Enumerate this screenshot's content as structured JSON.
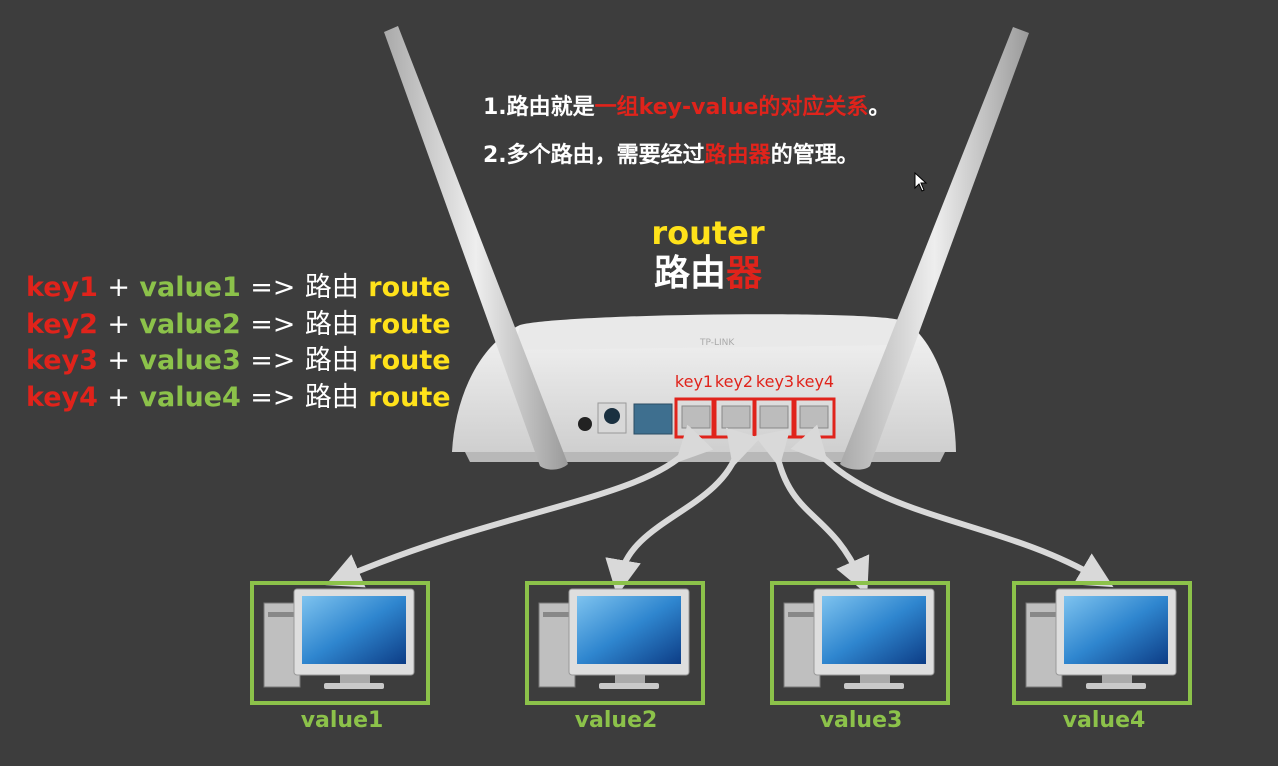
{
  "notes": {
    "line1": {
      "a": "1.路由就是",
      "b": "一组key-value的对应关系",
      "c": "。"
    },
    "line2": {
      "a": "2.多个路由，需要经过",
      "b": "路由器",
      "c": "的管理。"
    }
  },
  "router_title": {
    "en": "router",
    "cn_a": "路由",
    "cn_b": "器"
  },
  "rows": [
    {
      "key": "key1",
      "plus": "+",
      "value": "value1",
      "arrow": "=>",
      "zh": "路由",
      "route": "route"
    },
    {
      "key": "key2",
      "plus": "+",
      "value": "value2",
      "arrow": "=>",
      "zh": "路由",
      "route": "route"
    },
    {
      "key": "key3",
      "plus": "+",
      "value": "value3",
      "arrow": "=>",
      "zh": "路由",
      "route": "route"
    },
    {
      "key": "key4",
      "plus": "+",
      "value": "value4",
      "arrow": "=>",
      "zh": "路由",
      "route": "route"
    }
  ],
  "ports": [
    "key1",
    "key2",
    "key3",
    "key4"
  ],
  "computers": [
    "value1",
    "value2",
    "value3",
    "value4"
  ],
  "colors": {
    "background": "#3d3d3d",
    "key_red": "#e0231b",
    "value_green": "#8cc24a",
    "route_yellow": "#ffe21a",
    "arrow": "#d9d9d9"
  }
}
